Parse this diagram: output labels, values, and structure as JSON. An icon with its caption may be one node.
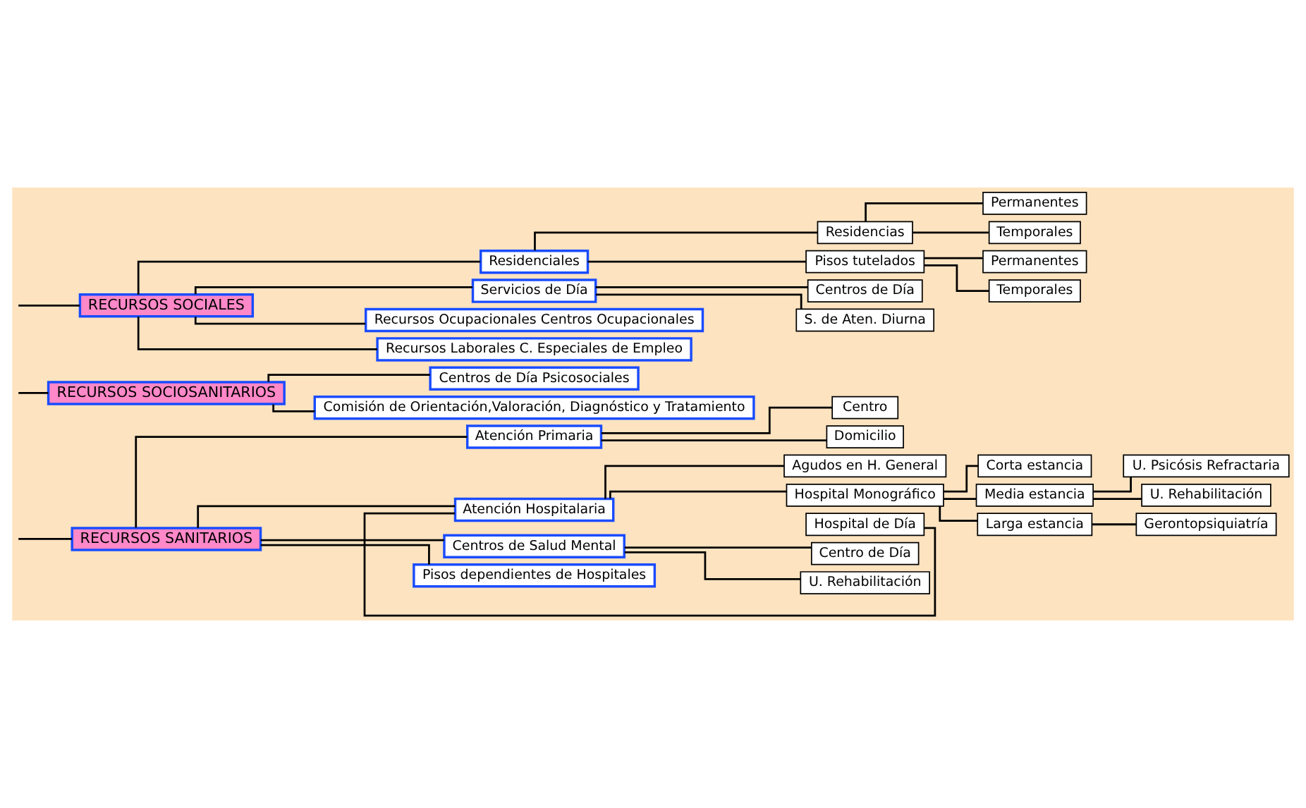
{
  "diagram": {
    "nodes": [
      {
        "text": [
          "RECURSOS SANITARIOS"
        ]
      },
      {
        "text": [
          "Atención Primaria"
        ]
      },
      {
        "text": [
          "Centro"
        ]
      },
      {
        "text": [
          "Domicilio"
        ]
      },
      {
        "text": [
          "Atención Hospitalaria"
        ]
      },
      {
        "text": [
          "Agudos en H. General"
        ]
      },
      {
        "text": [
          "Hospital Monográfico"
        ]
      },
      {
        "text": [
          "Corta estancia"
        ]
      },
      {
        "text": [
          "Media estancia"
        ]
      },
      {
        "text": [
          "U. Psicósis Refractaria"
        ]
      },
      {
        "text": [
          "U. Rehabilitación"
        ]
      },
      {
        "text": [
          "Larga estancia"
        ]
      },
      {
        "text": [
          "Gerontopsiquiatría"
        ]
      },
      {
        "text": [
          "Hospital de Día"
        ]
      },
      {
        "text": [
          "Centros de Salud Mental"
        ]
      },
      {
        "text": [
          "Centro de Día"
        ]
      },
      {
        "text": [
          "U. Rehabilitación"
        ]
      },
      {
        "text": [
          "Pisos dependientes de Hospitales"
        ]
      },
      {
        "text": [
          "RECURSOS SOCIOSANITARIOS"
        ]
      },
      {
        "text": [
          "Centros de Día Psicosociales"
        ]
      },
      {
        "text": [
          "Comisión de Orientación,Valoración, Diagnóstico y Tratamiento"
        ]
      },
      {
        "text": [
          "RECURSOS SOCIALES"
        ]
      },
      {
        "text": [
          "Residenciales"
        ]
      },
      {
        "text": [
          "Residencias"
        ]
      },
      {
        "text": [
          "Permanentes"
        ]
      },
      {
        "text": [
          "Temporales"
        ]
      },
      {
        "text": [
          "Pisos tutelados"
        ]
      },
      {
        "text": [
          "Permanentes"
        ]
      },
      {
        "text": [
          "Temporales"
        ]
      },
      {
        "text": [
          "Servicios de Día"
        ]
      },
      {
        "text": [
          "Centros de Día"
        ]
      },
      {
        "text": [
          "S. de Aten. Diurna"
        ]
      },
      {
        "text": [
          "Recursos Ocupacionales Centros Ocupacionales"
        ]
      },
      {
        "text": [
          "Recursos Laborales C. Especiales de Empleo"
        ]
      }
    ],
    "edges": [
      {
        "from": null,
        "to": 0,
        "arrow": "none"
      },
      {
        "from": null,
        "to": 18,
        "arrow": "none"
      },
      {
        "from": null,
        "to": 21,
        "arrow": "none"
      },
      {
        "from": 0,
        "to": 1,
        "arrow": "none"
      },
      {
        "from": 1,
        "to": 2,
        "arrow": "none"
      },
      {
        "from": 1,
        "to": 3,
        "arrow": "none"
      },
      {
        "from": 0,
        "to": 4,
        "arrow": "none"
      },
      {
        "from": 4,
        "to": 5,
        "arrow": "none"
      },
      {
        "from": 4,
        "to": 6,
        "arrow": "none"
      },
      {
        "from": 6,
        "to": 7,
        "arrow": "none"
      },
      {
        "from": 6,
        "to": 8,
        "arrow": "none"
      },
      {
        "from": 8,
        "to": 9,
        "arrow": "none"
      },
      {
        "from": 8,
        "to": 10,
        "arrow": "none"
      },
      {
        "from": 6,
        "to": 11,
        "arrow": "none"
      },
      {
        "from": 11,
        "to": 12,
        "arrow": "none"
      },
      {
        "from": 4,
        "to": 13,
        "arrow": "none"
      },
      {
        "from": 0,
        "to": 14,
        "arrow": "none"
      },
      {
        "from": 14,
        "to": 15,
        "arrow": "none"
      },
      {
        "from": 14,
        "to": 16,
        "arrow": "none"
      },
      {
        "from": 0,
        "to": 17,
        "arrow": "none"
      },
      {
        "from": 18,
        "to": 19,
        "arrow": "none"
      },
      {
        "from": 18,
        "to": 20,
        "arrow": "none"
      },
      {
        "from": 21,
        "to": 22,
        "arrow": "none"
      },
      {
        "from": 22,
        "to": 23,
        "arrow": "none"
      },
      {
        "from": 23,
        "to": 24,
        "arrow": "none"
      },
      {
        "from": 23,
        "to": 25,
        "arrow": "none"
      },
      {
        "from": 22,
        "to": 26,
        "arrow": "none"
      },
      {
        "from": 26,
        "to": 27,
        "arrow": "none"
      },
      {
        "from": 26,
        "to": 28,
        "arrow": "none"
      },
      {
        "from": 21,
        "to": 29,
        "arrow": "none"
      },
      {
        "from": 29,
        "to": 30,
        "arrow": "none"
      },
      {
        "from": 29,
        "to": 31,
        "arrow": "none"
      },
      {
        "from": 21,
        "to": 32,
        "arrow": "none"
      },
      {
        "from": 21,
        "to": 33,
        "arrow": "none"
      }
    ]
  }
}
